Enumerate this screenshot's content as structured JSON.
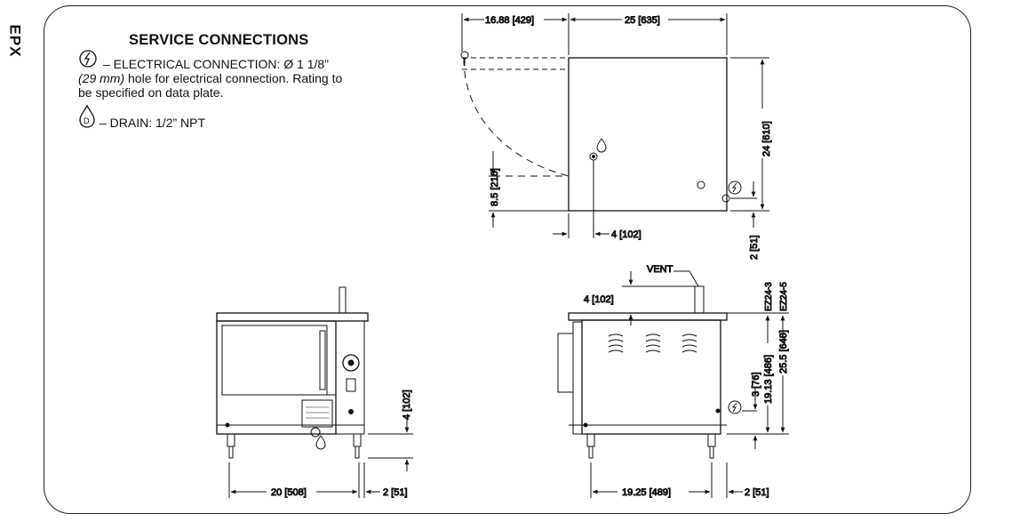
{
  "side_tab": "EPX",
  "service": {
    "title": "SERVICE CONNECTIONS",
    "electrical_line1": "– ELECTRICAL CONNECTION: Ø 1 1/8”",
    "electrical_mm": "(29 mm)",
    "electrical_line2_rest": " hole for electrical connection. Rating to",
    "electrical_line3": "be specified on data plate.",
    "drain": "– DRAIN: 1/2” NPT"
  },
  "top_view": {
    "dim_top_left": "16.88 [429]",
    "dim_top": "25 [635]",
    "dim_right": "24 [610]",
    "dim_left": "8.5 [216]",
    "dim_bottom": "4 [102]",
    "dim_right_bottom": "2 [51]"
  },
  "front_view": {
    "dim_right": "4 [102]",
    "dim_bottom": "20 [508]",
    "dim_bottom_right": "2 [51]"
  },
  "side_view": {
    "vent_label": "VENT",
    "dim_vent": "4 [102]",
    "model_1": "EZ24-3",
    "model_2": "EZ24-5",
    "dim_elec": "3 [76]",
    "dim_height_1": "19.13 [486]",
    "dim_height_2": "25.5 [648]",
    "dim_bottom": "19.25 [489]",
    "dim_bottom_right": "2 [51]"
  }
}
